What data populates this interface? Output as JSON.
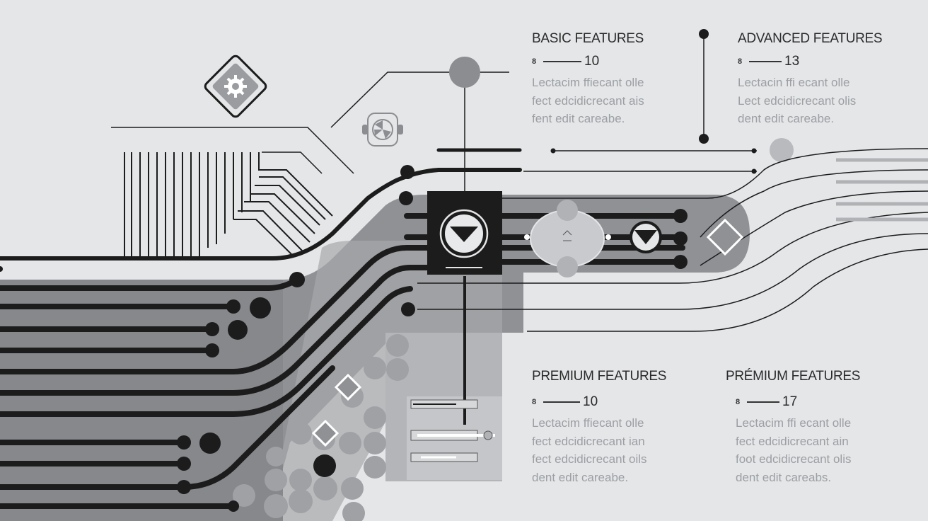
{
  "colors": {
    "background": "#e4e6e8",
    "dark": "#1c1c1c",
    "mid_gray": "#8b8d91",
    "light_gray": "#b8babd",
    "muted_text": "#9c9fa3"
  },
  "icons": [
    "gear-icon",
    "fan-icon",
    "chevron-down-icon",
    "diamond-icon",
    "slider-icon"
  ],
  "features": [
    {
      "key": "basic",
      "title": "BASIC FEATURES",
      "index": "8",
      "value": "10",
      "body": [
        "Lectacim ffiecant olle",
        "fect edcidicrecant ais",
        "fent edit careabe."
      ]
    },
    {
      "key": "advanced",
      "title": "ADVANCED FEATURES",
      "index": "8",
      "value": "13",
      "body": [
        "Lectacin ffi ecant olle",
        "Lect edcidicrecant olis",
        "dent edit careabe."
      ]
    },
    {
      "key": "premium",
      "title": "PREMIUM FEATURES",
      "index": "8",
      "value": "10",
      "body": [
        "Lectacim ffiecant olle",
        "fect edcidicrecant ian",
        "fect edcidicrecant oils",
        "dent edit careabe."
      ]
    },
    {
      "key": "premium-alt",
      "title": "PRÉMIUM FEATURES",
      "index": "8",
      "value": "17",
      "body": [
        "Lectacim ffi ecant olle",
        "fect edcidicrecant ain",
        "foot edcidicrecant olis",
        "dent edit careabs."
      ]
    }
  ]
}
